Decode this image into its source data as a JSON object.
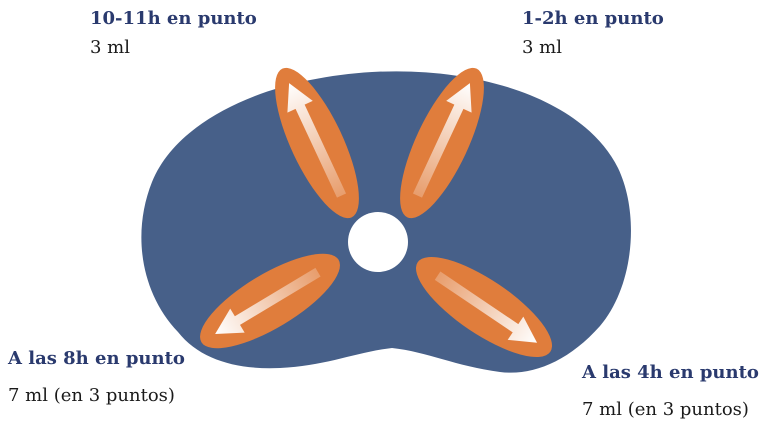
{
  "labels": [
    {
      "id": "pos-10-11",
      "title": "10-11h en punto",
      "dose": "3 ml"
    },
    {
      "id": "pos-1-2",
      "title": "1-2h en punto",
      "dose": "3 ml"
    },
    {
      "id": "pos-8",
      "title": "A las 8h en punto",
      "dose": "7 ml (en 3 puntos)"
    },
    {
      "id": "pos-4",
      "title": "A las 4h en punto",
      "dose": "7 ml (en 3 puntos)"
    }
  ],
  "colors": {
    "organ": "#476089",
    "injection": "#e07d3c",
    "arrow": "#ffffff",
    "title_text": "#2a3a6e"
  }
}
